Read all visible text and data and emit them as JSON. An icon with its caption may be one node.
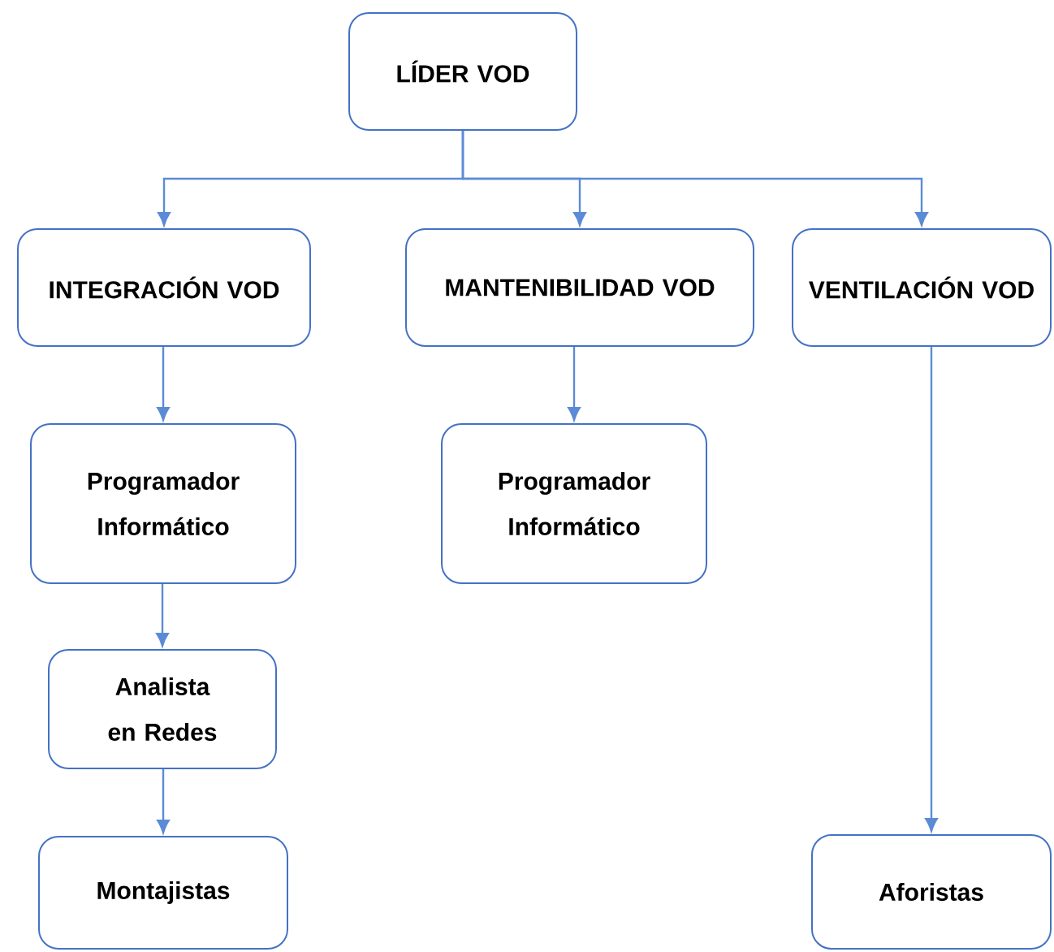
{
  "diagram": {
    "nodes": [
      {
        "text": [
          "LÍDER VOD"
        ]
      },
      {
        "text": [
          "INTEGRACIÓN VOD"
        ]
      },
      {
        "text": [
          "MANTENIBILIDAD VOD"
        ]
      },
      {
        "text": [
          "VENTILACIÓN VOD"
        ]
      },
      {
        "text": [
          "Programador Informático"
        ]
      },
      {
        "text": [
          "Programador Informático"
        ]
      },
      {
        "text": [
          "Analista en Redes"
        ]
      },
      {
        "text": [
          "Montajistas"
        ]
      },
      {
        "text": [
          "Aforistas"
        ]
      }
    ],
    "edges": [
      {
        "from": 0,
        "to": 1,
        "arrow": "to"
      },
      {
        "from": 0,
        "to": 2,
        "arrow": "to"
      },
      {
        "from": 0,
        "to": 3,
        "arrow": "to"
      },
      {
        "from": 1,
        "to": 4,
        "arrow": "to"
      },
      {
        "from": 4,
        "to": 6,
        "arrow": "to"
      },
      {
        "from": 6,
        "to": 7,
        "arrow": "to"
      },
      {
        "from": 2,
        "to": 5,
        "arrow": "to"
      },
      {
        "from": 3,
        "to": 8,
        "arrow": "to"
      }
    ]
  }
}
